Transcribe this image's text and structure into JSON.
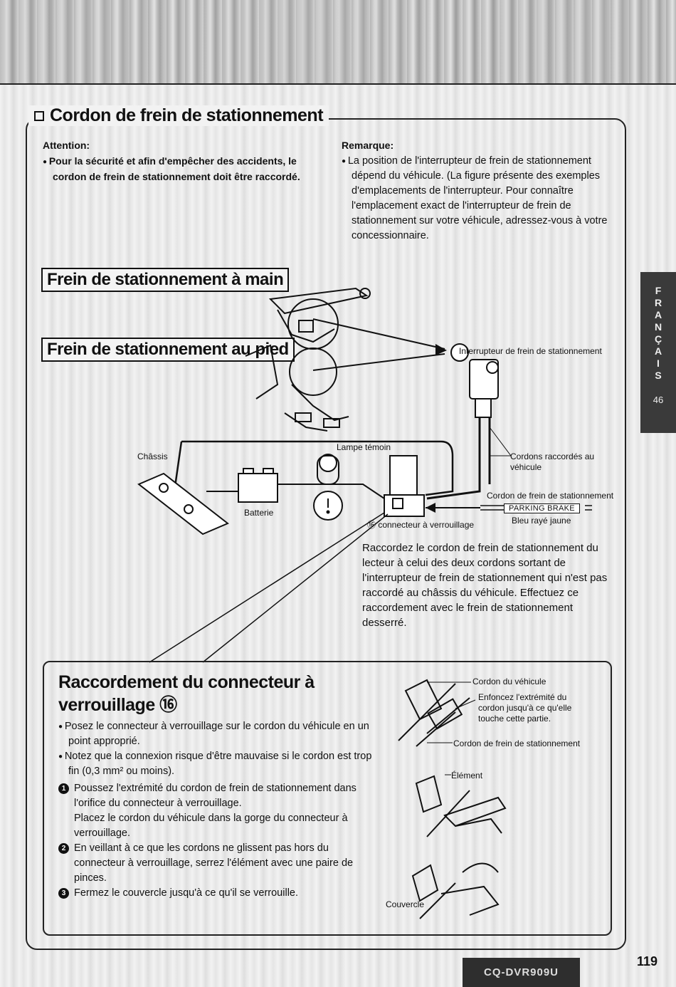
{
  "section_title": "Cordon de frein de stationnement",
  "attention": {
    "label": "Attention:",
    "items": [
      "Pour la sécurité et afin d'empêcher des accidents, le cordon de frein de stationnement doit être raccordé."
    ]
  },
  "remark": {
    "label": "Remarque:",
    "items": [
      "La position de l'interrupteur de frein de stationnement dépend du véhicule. (La figure présente des exemples d'emplacements de l'interrupteur. Pour connaître l'emplacement exact de l'interrupteur de frein de stationnement sur votre véhicule, adressez-vous à votre concessionnaire."
    ]
  },
  "diagram": {
    "hand_brake_title": "Frein de stationnement à main",
    "foot_brake_title": "Frein de stationnement au pied",
    "labels": {
      "switch": "Interrupteur de frein de stationnement",
      "chassis": "Châssis",
      "lamp": "Lampe témoin",
      "vehicle_cords": "Cordons raccordés au véhicule",
      "battery": "Batterie",
      "brake_cord": "Cordon de frein de stationnement",
      "parking_brake": "PARKING BRAKE",
      "wire_color": "Bleu rayé jaune",
      "connector": "⑯ connecteur à verrouillage"
    }
  },
  "connect_paragraph": "Raccordez le cordon de frein de stationnement du lecteur à celui des deux cordons sortant de l'interrupteur de frein de stationnement qui n'est pas raccordé au châssis du véhicule. Effectuez ce raccordement avec le frein de stationnement desserré.",
  "lock_section": {
    "title_line1": "Raccordement du connecteur à",
    "title_line2": "verrouillage ⑯",
    "bullets": [
      "Posez le connecteur à verrouillage sur le cordon du véhicule en un point approprié.",
      "Notez que la connexion risque d'être mauvaise si le cordon est trop fin (0,3 mm² ou moins)."
    ],
    "steps": [
      {
        "num": "1",
        "text": "Poussez l'extrémité du cordon de frein de stationnement dans l'orifice du connecteur à verrouillage.",
        "sub": "Placez le cordon du véhicule dans la gorge du connecteur à verrouillage."
      },
      {
        "num": "2",
        "text": "En veillant à ce que les cordons ne glissent pas hors du connecteur à verrouillage, serrez l'élément avec une paire de pinces.",
        "sub": ""
      },
      {
        "num": "3",
        "text": "Fermez le couvercle jusqu'à ce qu'il se verrouille.",
        "sub": ""
      }
    ],
    "fig_labels": {
      "vehicle_cord": "Cordon du véhicule",
      "push_note": "Enfoncez l'extrémité du cordon jusqu'à ce qu'elle touche cette partie.",
      "brake_cord": "Cordon de frein de stationnement",
      "element": "Élément",
      "cover": "Couvercle"
    }
  },
  "side_tab": {
    "letters": [
      "F",
      "R",
      "A",
      "N",
      "Ç",
      "A",
      "I",
      "S"
    ],
    "page": "46"
  },
  "footer": {
    "model": "CQ-DVR909U",
    "page_number": "119"
  }
}
